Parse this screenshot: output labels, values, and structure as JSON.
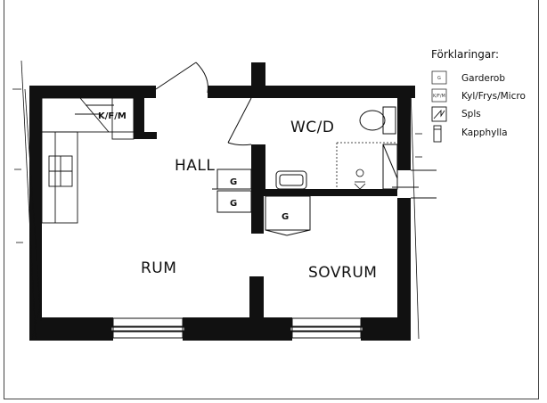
{
  "rooms": {
    "wc": "WC/D",
    "hall": "HALL",
    "rum": "RUM",
    "sovrum": "SOVRUM"
  },
  "fixtures": {
    "kitchen_units": "K/F/M",
    "wardrobe": "G"
  },
  "legend": {
    "title": "Förklaringar:",
    "items": [
      {
        "symbol": "G",
        "label": "Garderob"
      },
      {
        "symbol": "K/F/M",
        "label": "Kyl/Frys/Micro"
      },
      {
        "symbol": "",
        "label": "Spls"
      },
      {
        "symbol": "",
        "label": "Kapphylla"
      }
    ]
  },
  "colors": {
    "wall": "#111111",
    "line": "#222222",
    "background": "#ffffff"
  }
}
